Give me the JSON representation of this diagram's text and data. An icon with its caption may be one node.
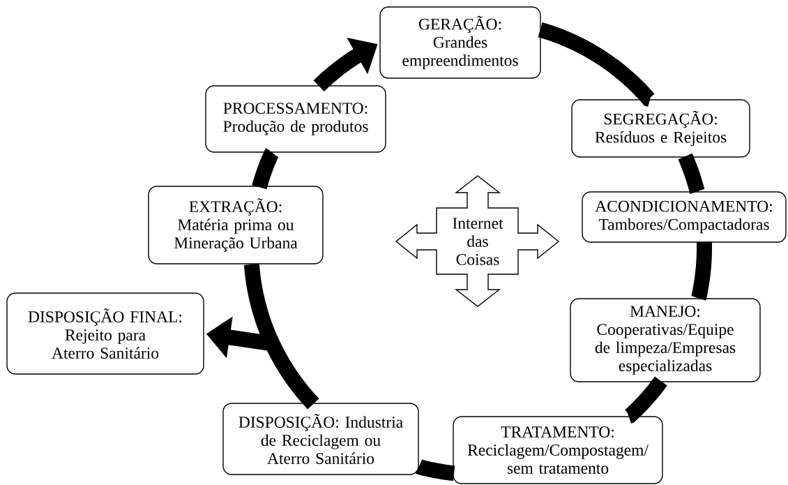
{
  "diagram": {
    "nodes": [
      {
        "text": [
          "GERAÇÃO:",
          "Grandes empreendimentos"
        ]
      },
      {
        "text": [
          "SEGREGAÇÃO:",
          "Resíduos e Rejeitos"
        ]
      },
      {
        "text": [
          "ACONDICIONAMENTO:",
          "Tambores/Compactadoras"
        ]
      },
      {
        "text": [
          "MANEJO:",
          "Cooperativas/Equipe de limpeza/Empresas especializadas"
        ]
      },
      {
        "text": [
          "TRATAMENTO:",
          "Reciclagem/Compostagem/ sem tratamento"
        ]
      },
      {
        "text": [
          "DISPOSIÇÃO: Industria de Reciclagem ou Aterro Sanitário"
        ]
      },
      {
        "text": [
          "EXTRAÇÃO: Matéria prima ou Mineração Urbana"
        ]
      },
      {
        "text": [
          "PROCESSAMENTO:",
          "Produção de produtos"
        ]
      },
      {
        "text": [
          "DISPOSIÇÃO FINAL:",
          "Rejeito para Aterro Sanitário"
        ]
      },
      {
        "text": [
          "Internet das Coisas"
        ]
      }
    ],
    "edges": [
      {
        "from": 0,
        "to": 1,
        "arrow": "none"
      },
      {
        "from": 1,
        "to": 2,
        "arrow": "none"
      },
      {
        "from": 2,
        "to": 3,
        "arrow": "none"
      },
      {
        "from": 3,
        "to": 4,
        "arrow": "none"
      },
      {
        "from": 4,
        "to": 5,
        "arrow": "none"
      },
      {
        "from": 5,
        "to": 6,
        "arrow": "none"
      },
      {
        "from": 6,
        "to": 7,
        "arrow": "none"
      },
      {
        "from": 7,
        "to": 0,
        "arrow": "to"
      },
      {
        "from": 5,
        "to": 8,
        "arrow": "to"
      }
    ]
  }
}
